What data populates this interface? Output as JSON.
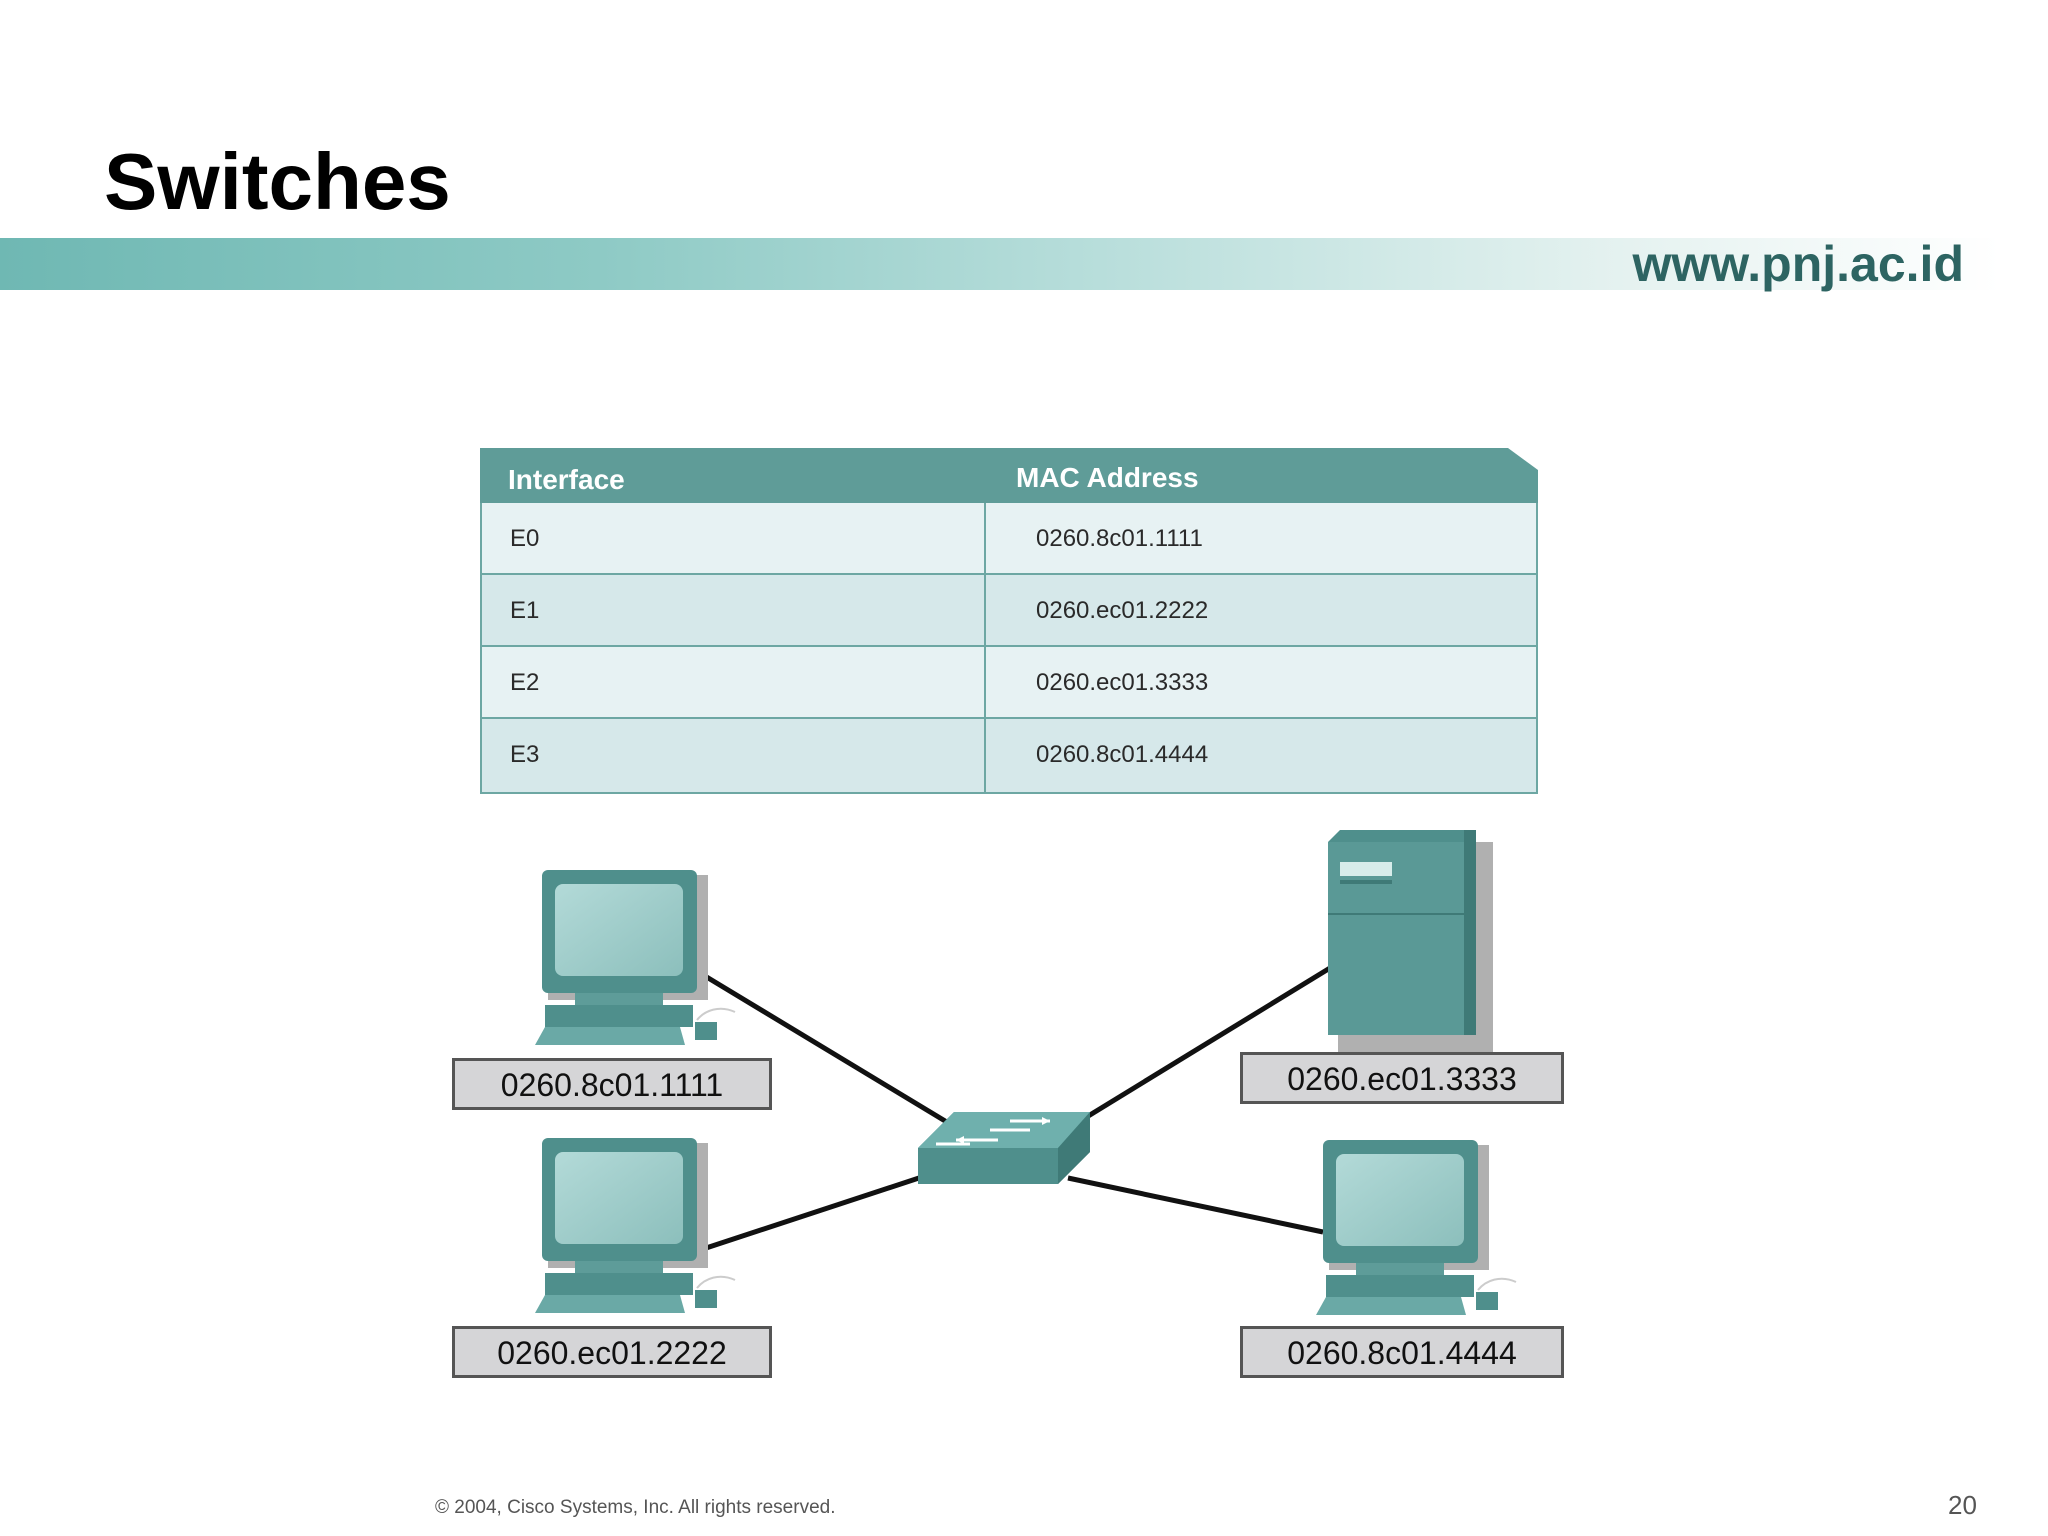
{
  "slide": {
    "title": "Switches",
    "url": "www.pnj.ac.id",
    "footer": "© 2004, Cisco Systems, Inc. All rights reserved.",
    "page_number": "20"
  },
  "table": {
    "headers": [
      "Interface",
      "MAC Address"
    ],
    "rows": [
      {
        "interface": "E0",
        "mac": "0260.8c01.1111"
      },
      {
        "interface": "E1",
        "mac": "0260.ec01.2222"
      },
      {
        "interface": "E2",
        "mac": "0260.ec01.3333"
      },
      {
        "interface": "E3",
        "mac": "0260.8c01.4444"
      }
    ]
  },
  "diagram": {
    "hosts": [
      {
        "icon": "workstation-icon",
        "address": "0260.8c01.1111"
      },
      {
        "icon": "workstation-icon",
        "address": "0260.ec01.2222"
      },
      {
        "icon": "server-icon",
        "address": "0260.ec01.3333"
      },
      {
        "icon": "workstation-icon",
        "address": "0260.8c01.4444"
      }
    ],
    "switch_icon": "switch-icon"
  },
  "colors": {
    "device": "#4f8f8c",
    "device_light": "#8fc2c0",
    "table_header": "#5f9c98",
    "url": "#2d6462"
  }
}
